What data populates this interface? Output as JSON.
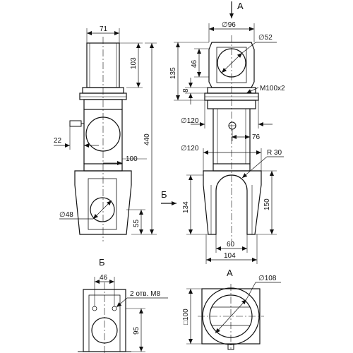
{
  "drawing": {
    "view_arrow_a_label": "А",
    "view_arrow_b_label": "Б",
    "view_a_title": "А",
    "view_b_title": "Б"
  },
  "side_view": {
    "dim_top_width": "71",
    "dim_upper_height": "103",
    "dim_total_height": "440",
    "dim_side_offset": "22",
    "dim_mid_width": "100",
    "dim_hole_dia": "48",
    "dim_bottom_offset": "55"
  },
  "front_view": {
    "dim_top_dia": "96",
    "dim_eye_dia": "52",
    "dim_eye_height": "46",
    "dim_upper_height": "135",
    "dim_flange_height": "8",
    "thread_label": "M100x2",
    "dim_collar_dia": "120",
    "dim_side_offset": "76",
    "dim_lower_collar_dia": "120",
    "dim_radius": "R 30",
    "dim_fork_height_inner": "134",
    "dim_fork_height": "150",
    "dim_slot_width": "60",
    "dim_fork_width": "104"
  },
  "view_b": {
    "dim_width": "46",
    "holes_note": "2 отв. М8",
    "dim_height": "95"
  },
  "view_a": {
    "dim_outer_dia": "108",
    "dim_square": "□100"
  }
}
